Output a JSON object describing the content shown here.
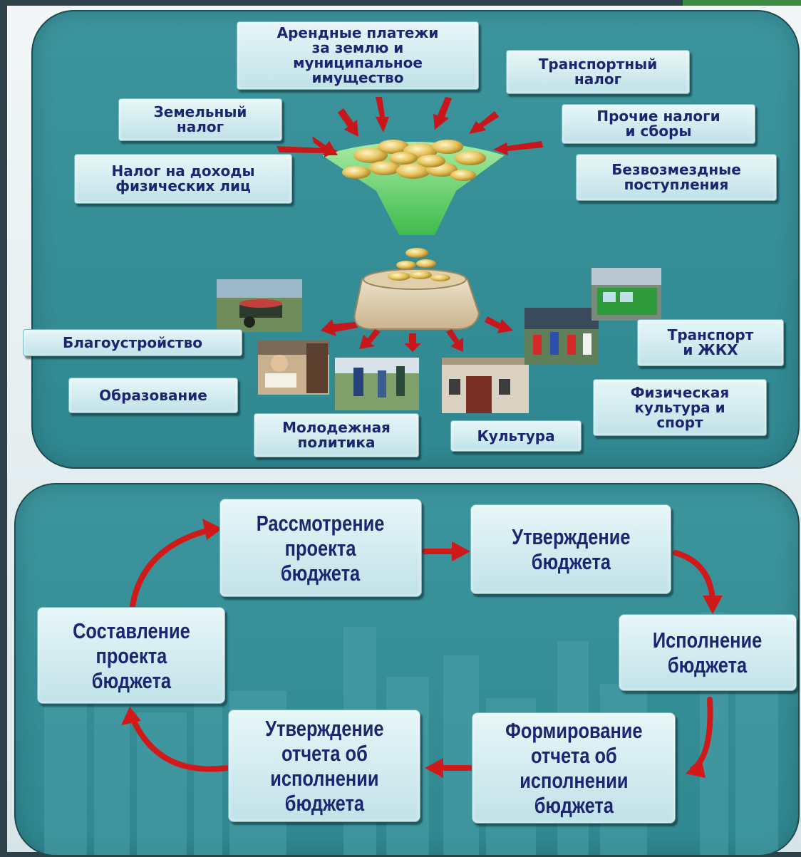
{
  "revenue_sources": {
    "rent": "Арендные платежи\nза землю и\nмуниципальное\nимущество",
    "transport_tax": "Транспортный\nналог",
    "land_tax": "Земельный\nналог",
    "other_taxes": "Прочие налоги\nи сборы",
    "income_tax": "Налог на доходы\nфизических лиц",
    "grants": "Безвозмездные\nпоступления"
  },
  "expenditures": {
    "improvement": "Благоустройство",
    "education": "Образование",
    "youth_policy": "Молодежная\nполитика",
    "culture": "Культура",
    "transport_housing": "Транспорт\nи ЖКХ",
    "sport": "Физическая\nкультура и\nспорт"
  },
  "budget_cycle": {
    "draft": "Составление\nпроекта\nбюджета",
    "review": "Рассмотрение\nпроекта\nбюджета",
    "approval": "Утверждение\nбюджета",
    "execution": "Исполнение\nбюджета",
    "report_forming": "Формирование\nотчета об\nисполнении\nбюджета",
    "report_approval": "Утверждение\nотчета об\nисполнении\nбюджета"
  },
  "colors": {
    "panel": "#3a929b",
    "box_text": "#1b2672",
    "arrow": "#d01a1a",
    "funnel": "#5ad35a",
    "coins": "#e8c35a"
  }
}
